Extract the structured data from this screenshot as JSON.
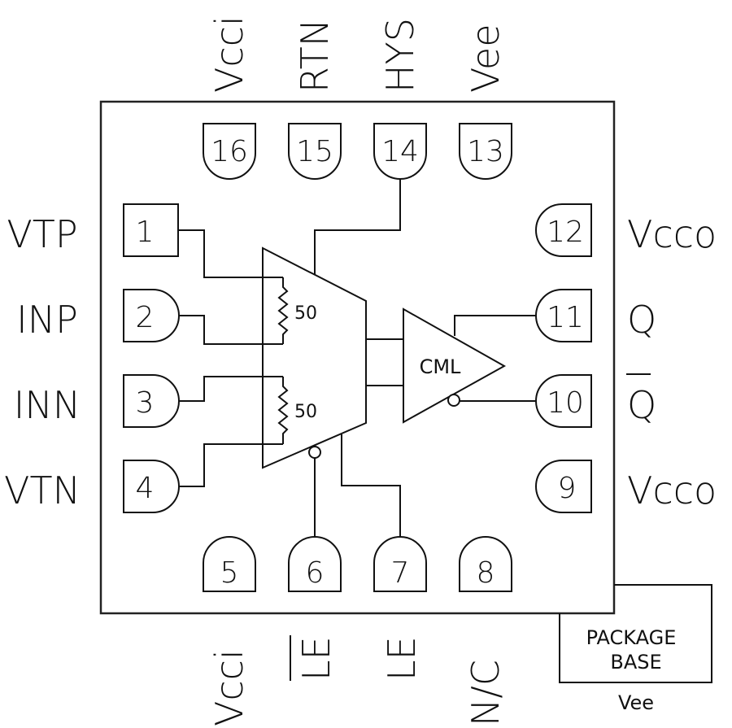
{
  "title": "Pin diagram - CML comparator with latch",
  "pins": {
    "p1": {
      "number": "1",
      "signal": "VTP"
    },
    "p2": {
      "number": "2",
      "signal": "INP"
    },
    "p3": {
      "number": "3",
      "signal": "INN"
    },
    "p4": {
      "number": "4",
      "signal": "VTN"
    },
    "p5": {
      "number": "5",
      "signal": "Vcci"
    },
    "p6": {
      "number": "6",
      "signal": "LE",
      "overbar": true
    },
    "p7": {
      "number": "7",
      "signal": "LE"
    },
    "p8": {
      "number": "8",
      "signal": "N/C"
    },
    "p9": {
      "number": "9",
      "signal": "Vcco"
    },
    "p10": {
      "number": "10",
      "signal": "Q",
      "overbar": true
    },
    "p11": {
      "number": "11",
      "signal": "Q"
    },
    "p12": {
      "number": "12",
      "signal": "Vcco"
    },
    "p13": {
      "number": "13",
      "signal": "Vee"
    },
    "p14": {
      "number": "14",
      "signal": "HYS"
    },
    "p15": {
      "number": "15",
      "signal": "RTN"
    },
    "p16": {
      "number": "16",
      "signal": "Vcci"
    }
  },
  "resistors": {
    "r_top": {
      "value": "50"
    },
    "r_bottom": {
      "value": "50"
    }
  },
  "output_stage": {
    "label": "CML"
  },
  "package_base": {
    "line1": "PACKAGE",
    "line2": "BASE",
    "connection": "Vee"
  },
  "colors": {
    "line": "#111111",
    "background": "#ffffff"
  }
}
